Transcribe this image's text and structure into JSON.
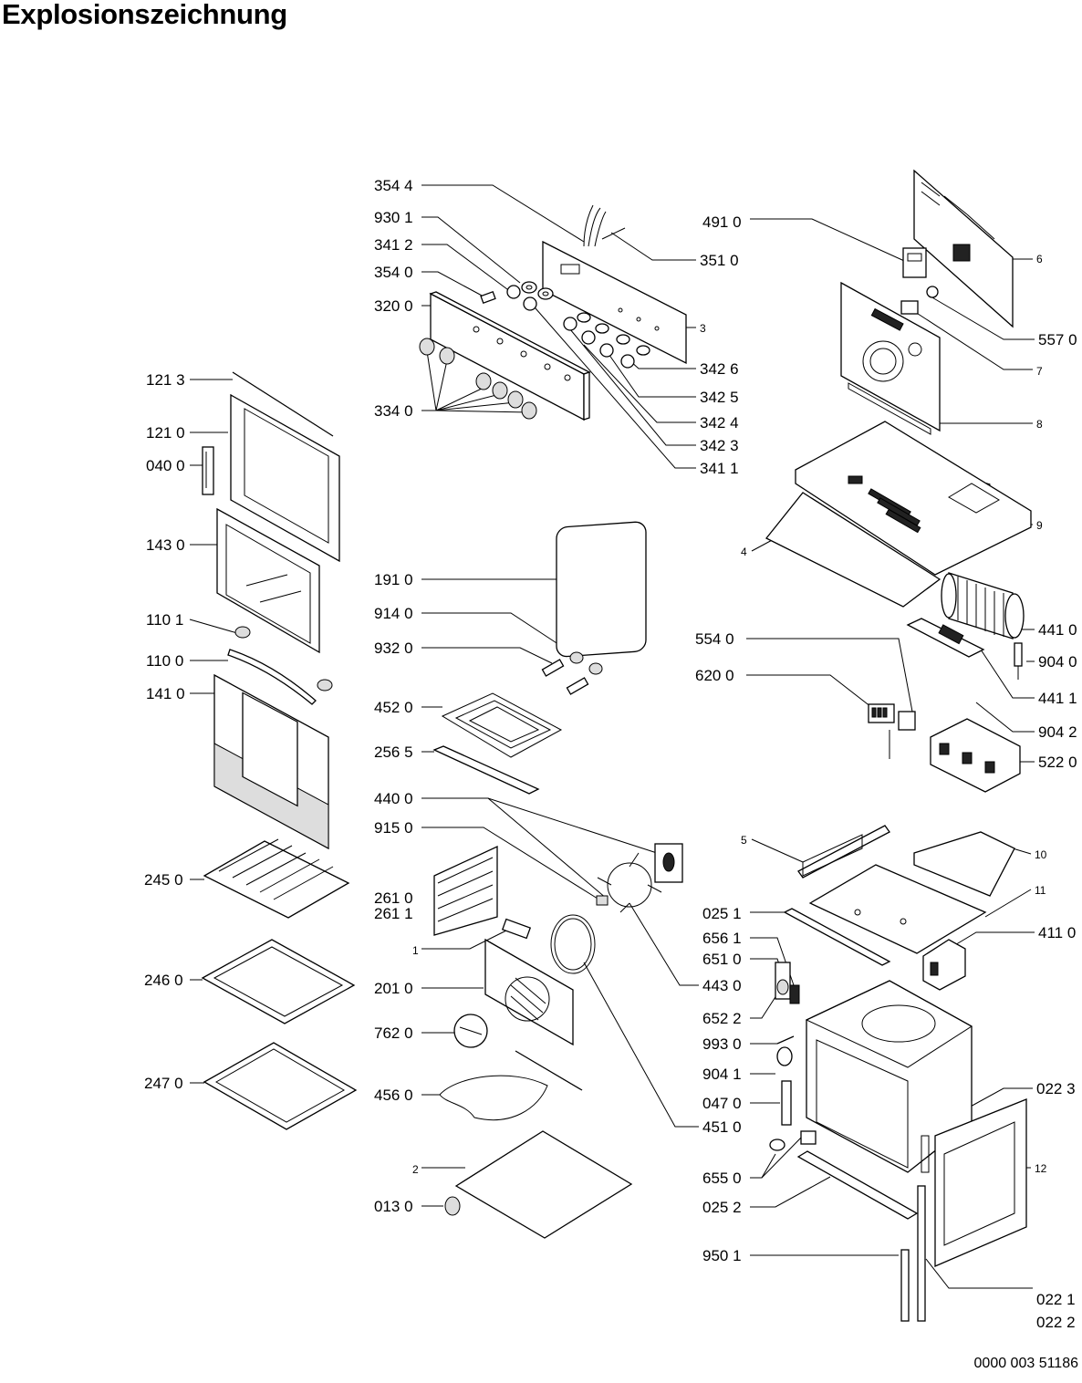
{
  "title": "Explosionszeichnung",
  "document_number": "0000 003 51186",
  "callouts": [
    {
      "id": "c3544",
      "text": "354 4"
    },
    {
      "id": "c9301",
      "text": "930 1"
    },
    {
      "id": "c3412",
      "text": "341 2"
    },
    {
      "id": "c3540",
      "text": "354 0"
    },
    {
      "id": "c3200",
      "text": "320 0"
    },
    {
      "id": "c3340",
      "text": "334 0"
    },
    {
      "id": "c3510",
      "text": "351 0"
    },
    {
      "id": "c3",
      "text": "3"
    },
    {
      "id": "c3426",
      "text": "342 6"
    },
    {
      "id": "c3425",
      "text": "342 5"
    },
    {
      "id": "c3424",
      "text": "342 4"
    },
    {
      "id": "c3423",
      "text": "342 3"
    },
    {
      "id": "c3411",
      "text": "341 1"
    },
    {
      "id": "c4910",
      "text": "491 0"
    },
    {
      "id": "c6",
      "text": "6"
    },
    {
      "id": "c5570",
      "text": "557 0"
    },
    {
      "id": "c7",
      "text": "7"
    },
    {
      "id": "c8",
      "text": "8"
    },
    {
      "id": "c9",
      "text": "9"
    },
    {
      "id": "c4",
      "text": "4"
    },
    {
      "id": "c1213",
      "text": "121 3"
    },
    {
      "id": "c1210",
      "text": "121 0"
    },
    {
      "id": "c0400",
      "text": "040 0"
    },
    {
      "id": "c1430",
      "text": "143 0"
    },
    {
      "id": "c1101",
      "text": "110 1"
    },
    {
      "id": "c1100",
      "text": "110 0"
    },
    {
      "id": "c1410",
      "text": "141 0"
    },
    {
      "id": "c2450",
      "text": "245 0"
    },
    {
      "id": "c2460",
      "text": "246 0"
    },
    {
      "id": "c2470",
      "text": "247 0"
    },
    {
      "id": "c1910",
      "text": "191 0"
    },
    {
      "id": "c9140",
      "text": "914 0"
    },
    {
      "id": "c9320",
      "text": "932 0"
    },
    {
      "id": "c4520",
      "text": "452 0"
    },
    {
      "id": "c2565",
      "text": "256 5"
    },
    {
      "id": "c4400",
      "text": "440 0"
    },
    {
      "id": "c9150",
      "text": "915 0"
    },
    {
      "id": "c2610",
      "text": "261 0"
    },
    {
      "id": "c2611",
      "text": "261 1"
    },
    {
      "id": "c1",
      "text": "1"
    },
    {
      "id": "c2010",
      "text": "201 0"
    },
    {
      "id": "c7620",
      "text": "762 0"
    },
    {
      "id": "c4560",
      "text": "456 0"
    },
    {
      "id": "c2",
      "text": "2"
    },
    {
      "id": "c0130",
      "text": "013 0"
    },
    {
      "id": "c4430",
      "text": "443 0"
    },
    {
      "id": "c4510",
      "text": "451 0"
    },
    {
      "id": "c5540",
      "text": "554 0"
    },
    {
      "id": "c6200",
      "text": "620 0"
    },
    {
      "id": "c4410",
      "text": "441 0"
    },
    {
      "id": "c9040",
      "text": "904 0"
    },
    {
      "id": "c4411",
      "text": "441 1"
    },
    {
      "id": "c9042",
      "text": "904 2"
    },
    {
      "id": "c5220",
      "text": "522 0"
    },
    {
      "id": "c5",
      "text": "5"
    },
    {
      "id": "c10",
      "text": "10"
    },
    {
      "id": "c11",
      "text": "11"
    },
    {
      "id": "c0251",
      "text": "025 1"
    },
    {
      "id": "c4110",
      "text": "411 0"
    },
    {
      "id": "c6561",
      "text": "656 1"
    },
    {
      "id": "c6510",
      "text": "651 0"
    },
    {
      "id": "c6522",
      "text": "652 2"
    },
    {
      "id": "c9930",
      "text": "993 0"
    },
    {
      "id": "c9041",
      "text": "904 1"
    },
    {
      "id": "c0470",
      "text": "047 0"
    },
    {
      "id": "c0223",
      "text": "022 3"
    },
    {
      "id": "c12",
      "text": "12"
    },
    {
      "id": "c6550",
      "text": "655 0"
    },
    {
      "id": "c0252",
      "text": "025 2"
    },
    {
      "id": "c9501",
      "text": "950 1"
    },
    {
      "id": "c0221",
      "text": "022 1"
    },
    {
      "id": "c0222",
      "text": "022 2"
    }
  ]
}
